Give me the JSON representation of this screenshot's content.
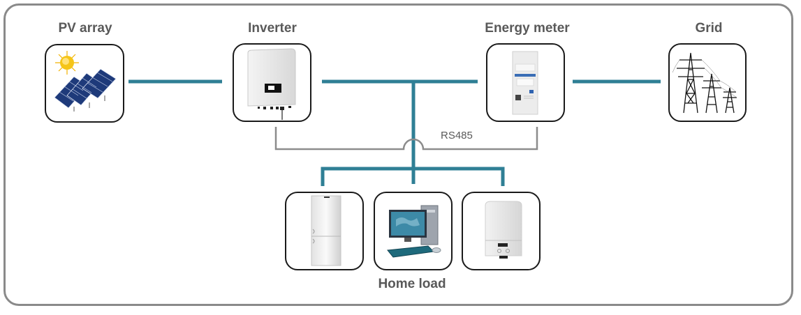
{
  "diagram": {
    "nodes": {
      "pv_array": {
        "label": "PV array",
        "icon": "solar-panel-icon"
      },
      "inverter": {
        "label": "Inverter",
        "icon": "inverter-icon"
      },
      "energy_meter": {
        "label": "Energy meter",
        "icon": "energy-meter-icon"
      },
      "grid": {
        "label": "Grid",
        "icon": "power-tower-icon"
      },
      "home_load": {
        "label": "Home load",
        "devices": [
          {
            "name": "Refrigerator",
            "icon": "refrigerator-icon"
          },
          {
            "name": "Computer",
            "icon": "computer-icon"
          },
          {
            "name": "Water heater",
            "icon": "water-heater-icon"
          }
        ]
      }
    },
    "connections": [
      {
        "from": "pv_array",
        "to": "inverter",
        "type": "power"
      },
      {
        "from": "inverter",
        "to": "energy_meter",
        "type": "power"
      },
      {
        "from": "energy_meter",
        "to": "grid",
        "type": "power"
      },
      {
        "from": "inverter",
        "to": "home_load",
        "type": "power"
      },
      {
        "from": "inverter",
        "to": "energy_meter",
        "type": "communication",
        "label": "RS485"
      }
    ],
    "comm_label": "RS485",
    "colors": {
      "power_line": "#2f7f95",
      "comm_line": "#8c8c8c",
      "frame": "#8a8a8a",
      "node_border": "#1a1a1a",
      "label_text": "#595959"
    }
  }
}
